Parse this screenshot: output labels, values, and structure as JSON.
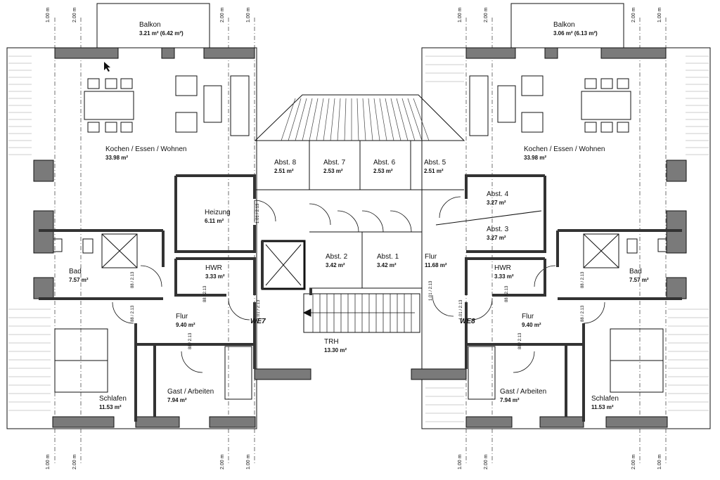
{
  "units": {
    "left": {
      "tag": "WE7",
      "balkon": {
        "name": "Balkon",
        "area": "3.21 m² (6.42 m²)"
      },
      "kochen": {
        "name": "Kochen / Essen / Wohnen",
        "area": "33.98 m²"
      },
      "bad": {
        "name": "Bad",
        "area": "7.57 m²"
      },
      "flur": {
        "name": "Flur",
        "area": "9.40 m²"
      },
      "hwr": {
        "name": "HWR",
        "area": "3.33 m²"
      },
      "heizung": {
        "name": "Heizung",
        "area": "6.11 m²"
      },
      "schlafen": {
        "name": "Schlafen",
        "area": "11.53 m²"
      },
      "gast": {
        "name": "Gast / Arbeiten",
        "area": "7.94 m²"
      }
    },
    "right": {
      "tag": "WE8",
      "balkon": {
        "name": "Balkon",
        "area": "3.06 m² (6.13 m²)"
      },
      "kochen": {
        "name": "Kochen / Essen / Wohnen",
        "area": "33.98 m²"
      },
      "bad": {
        "name": "Bad",
        "area": "7.57 m²"
      },
      "flur": {
        "name": "Flur",
        "area": "9.40 m²"
      },
      "hwr": {
        "name": "HWR",
        "area": "3.33 m²"
      },
      "schlafen": {
        "name": "Schlafen",
        "area": "11.53 m²"
      },
      "gast": {
        "name": "Gast / Arbeiten",
        "area": "7.94 m²"
      }
    }
  },
  "center": {
    "abst8": {
      "name": "Abst. 8",
      "area": "2.51 m²"
    },
    "abst7": {
      "name": "Abst. 7",
      "area": "2.53 m²"
    },
    "abst6": {
      "name": "Abst. 6",
      "area": "2.53 m²"
    },
    "abst5": {
      "name": "Abst. 5",
      "area": "2.51 m²"
    },
    "abst4": {
      "name": "Abst. 4",
      "area": "3.27 m²"
    },
    "abst3": {
      "name": "Abst. 3",
      "area": "3.27 m²"
    },
    "abst2": {
      "name": "Abst. 2",
      "area": "3.42 m²"
    },
    "abst1": {
      "name": "Abst. 1",
      "area": "3.42 m²"
    },
    "flur": {
      "name": "Flur",
      "area": "11.68 m²"
    },
    "trh": {
      "name": "TRH",
      "area": "13.30 m²"
    }
  },
  "dimensions": {
    "one_meter": "1.00 m",
    "two_meter": "2.00 m"
  },
  "doors": {
    "d101": "1.01 / 2.13",
    "d88": "88 / 2.13"
  },
  "colors": {
    "wall": "#7a7a7a",
    "wall_dark": "#333333",
    "line": "#111111",
    "roof_hatch": "#888888"
  }
}
